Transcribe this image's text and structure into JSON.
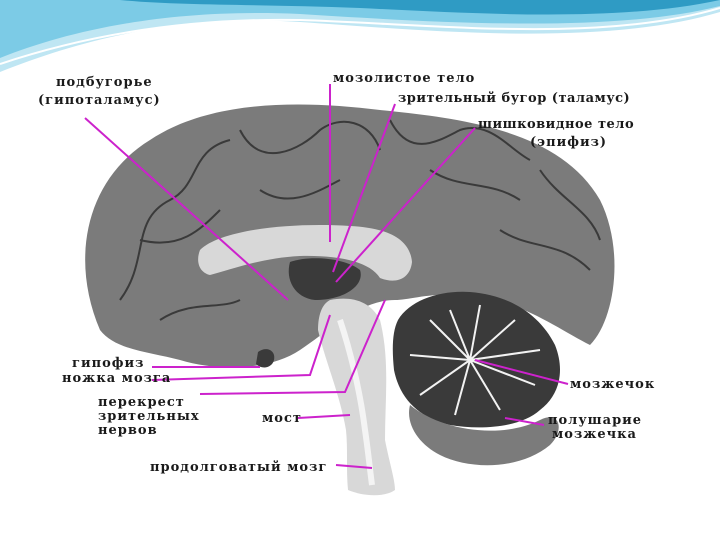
{
  "colors": {
    "header_light": "#bfe6f3",
    "header_mid": "#7ccbe6",
    "header_dark": "#2f9bc4",
    "pointer": "#cc22cc",
    "brain_fill": "#7b7b7b",
    "brain_dark": "#3a3a3a",
    "brain_light": "#d8d8d8"
  },
  "labels": {
    "hypothalamus_1": "подбугорье",
    "hypothalamus_2": "(гипоталамус)",
    "corpus_callosum": "мозолистое тело",
    "thalamus": "зрительный бугор (таламус)",
    "pineal_1": "шишковидное тело",
    "pineal_2": "(эпифиз)",
    "pituitary": "гипофиз",
    "peduncle": "ножка мозга",
    "chiasm_1": "перекрест",
    "chiasm_2": "зрительных",
    "chiasm_3": "нервов",
    "pons": "мост",
    "medulla": "продолговатый мозг",
    "cerebellum": "мозжечок",
    "cereb_hemisphere_1": "полушарие",
    "cereb_hemisphere_2": "мозжечка"
  }
}
